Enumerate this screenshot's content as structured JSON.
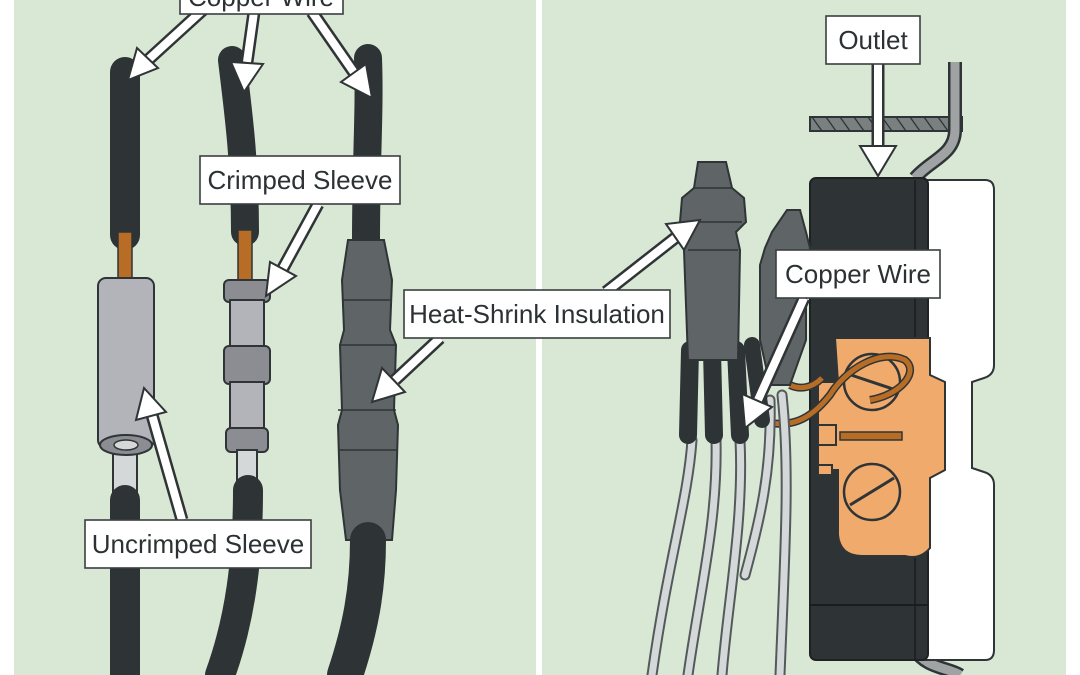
{
  "labels": {
    "copper_wire_top": "Copper Wire",
    "crimped_sleeve": "Crimped Sleeve",
    "uncrimped_sleeve": "Uncrimped Sleeve",
    "heat_shrink": "Heat-Shrink Insulation",
    "outlet": "Outlet",
    "copper_wire_right": "Copper Wire"
  },
  "colors": {
    "background": "#d9e7d5",
    "cable": "#2e3335",
    "copper": "#b86d26",
    "terminal": "#f0aa6c",
    "outlet_body": "#2e3335",
    "outlet_face": "#ffffff"
  }
}
